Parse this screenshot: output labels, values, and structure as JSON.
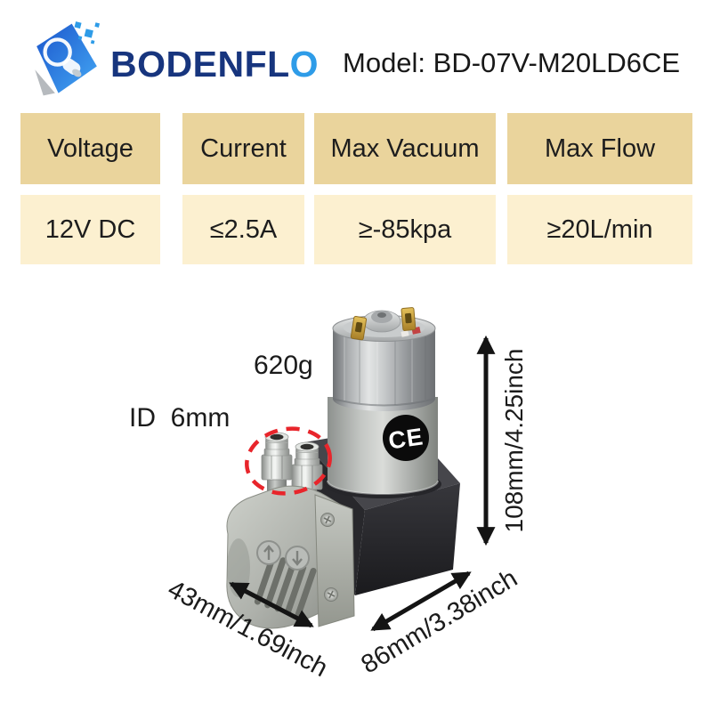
{
  "theme": {
    "header_bg": "#ead49c",
    "value_bg": "#fcf0d0",
    "brand_navy": "#17357e",
    "brand_blue": "#2e9ce8",
    "accent_red": "#e8252b",
    "ink": "#1b1b1b"
  },
  "header": {
    "brand_main": "BODENFL",
    "brand_accent": "O",
    "model": "Model: BD-07V-M20LD6CE"
  },
  "spec_table": {
    "columns": [
      {
        "label": "Voltage",
        "value": "12V DC"
      },
      {
        "label": "Current",
        "value": "≤2.5A"
      },
      {
        "label": "Max Vacuum",
        "value": "≥-85kpa"
      },
      {
        "label": "Max Flow",
        "value": "≥20L/min"
      }
    ]
  },
  "product": {
    "weight": "620g",
    "port_id": "ID  6mm",
    "dim_height": "108mm/4.25inch",
    "dim_width": "43mm/1.69inch",
    "dim_depth": "86mm/3.38inch",
    "ce_mark": "CE"
  }
}
